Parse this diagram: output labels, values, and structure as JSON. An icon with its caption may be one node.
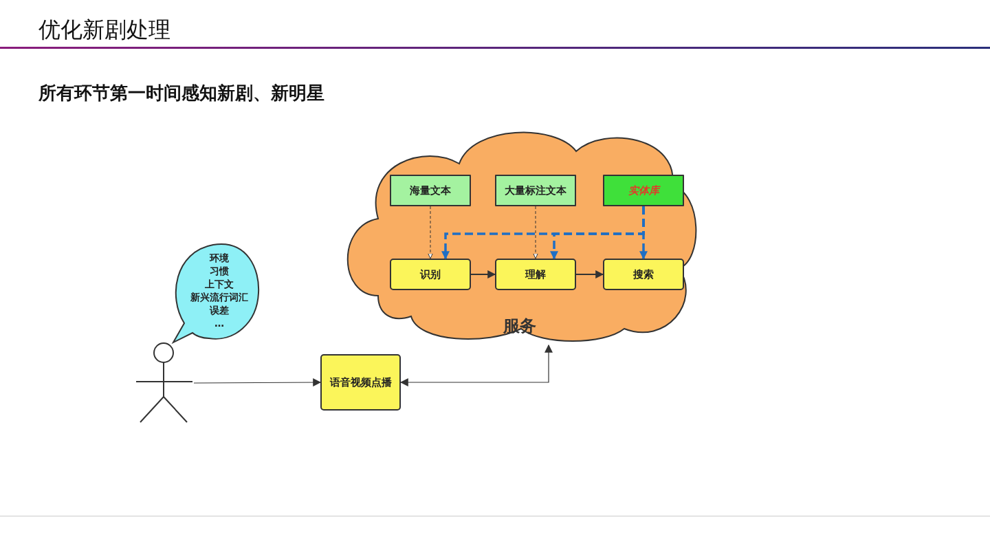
{
  "diagram": {
    "title": "优化新剧处理",
    "nodes": [
      {
        "text": [
          "服务"
        ]
      },
      {
        "text": [
          "海量文本"
        ],
        "in": 0
      },
      {
        "text": [
          "大量标注文本"
        ],
        "in": 0
      },
      {
        "text": [
          "实体库"
        ],
        "in": 0
      },
      {
        "text": [
          "识别"
        ],
        "in": 0
      },
      {
        "text": [
          "理解"
        ],
        "in": 0
      },
      {
        "text": [
          "搜索"
        ],
        "in": 0
      },
      {
        "text": [
          "环境",
          "习惯",
          "上下文",
          "新兴流行词汇",
          "误差",
          "…"
        ]
      },
      {
        "text": [],
        "shape": "person"
      },
      {
        "text": [
          "语音视频点播"
        ]
      }
    ],
    "edges": [
      {
        "from": 1,
        "to": 4,
        "arrow": "to",
        "style": "dashed"
      },
      {
        "from": 2,
        "to": 5,
        "arrow": "to",
        "style": "dashed"
      },
      {
        "from": 3,
        "to": 4,
        "arrow": "to",
        "style": "dashed",
        "color": "#1f6fc4"
      },
      {
        "from": 3,
        "to": 5,
        "arrow": "to",
        "style": "dashed",
        "color": "#1f6fc4"
      },
      {
        "from": 3,
        "to": 6,
        "arrow": "to",
        "style": "dashed",
        "color": "#1f6fc4"
      },
      {
        "from": 4,
        "to": 5,
        "arrow": "to"
      },
      {
        "from": 5,
        "to": 6,
        "arrow": "to"
      },
      {
        "from": 8,
        "to": 9,
        "arrow": "to"
      },
      {
        "from": 9,
        "to": 0,
        "arrow": "both"
      }
    ],
    "labels": [
      "所有环节第一时间感知新剧、新明星"
    ]
  }
}
